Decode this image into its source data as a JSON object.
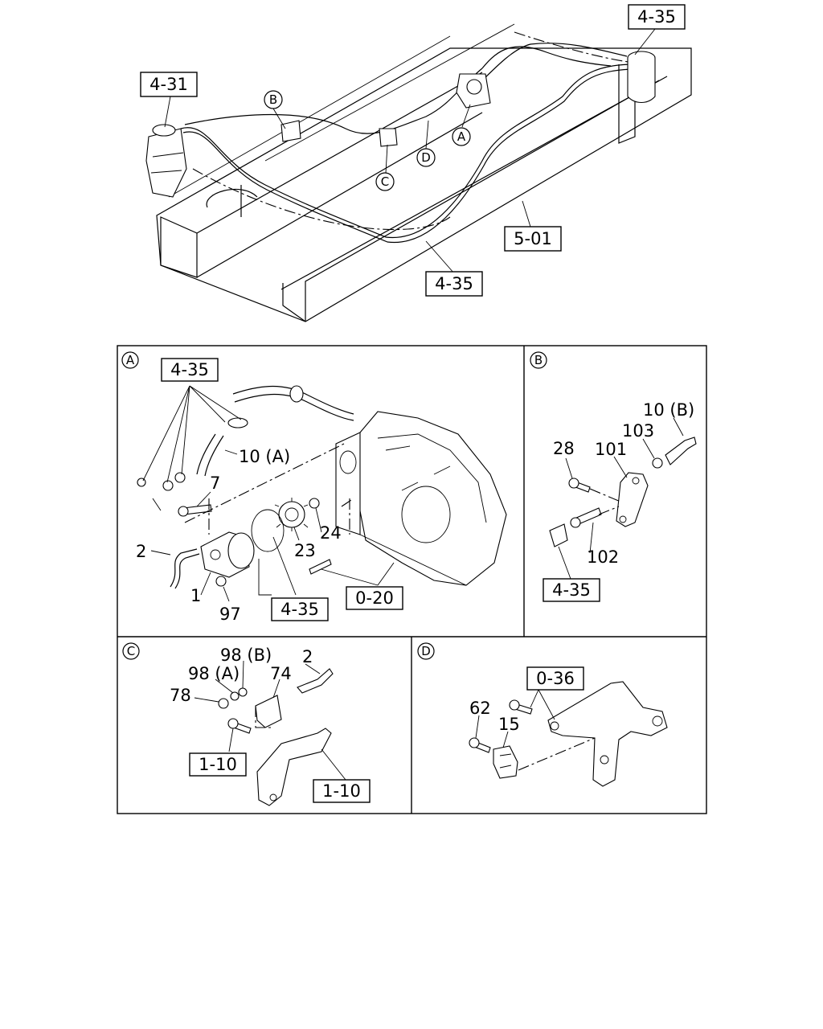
{
  "overview": {
    "ref_boxes": [
      "4-35",
      "4-31",
      "5-01",
      "4-35"
    ],
    "callouts": [
      "B",
      "D",
      "A",
      "C"
    ]
  },
  "detail_a": {
    "panel_letter": "A",
    "ref_boxes": [
      "4-35",
      "4-35",
      "0-20"
    ],
    "part_numbers": [
      "10 (A)",
      "7",
      "2",
      "1",
      "97",
      "23",
      "24"
    ]
  },
  "detail_b": {
    "panel_letter": "B",
    "ref_boxes": [
      "4-35"
    ],
    "part_numbers": [
      "10 (B)",
      "103",
      "28",
      "101",
      "102"
    ]
  },
  "detail_c": {
    "panel_letter": "C",
    "ref_boxes": [
      "1-10",
      "1-10"
    ],
    "part_numbers": [
      "98 (B)",
      "2",
      "98 (A)",
      "74",
      "78"
    ]
  },
  "detail_d": {
    "panel_letter": "D",
    "ref_boxes": [
      "0-36"
    ],
    "part_numbers": [
      "62",
      "15"
    ]
  }
}
